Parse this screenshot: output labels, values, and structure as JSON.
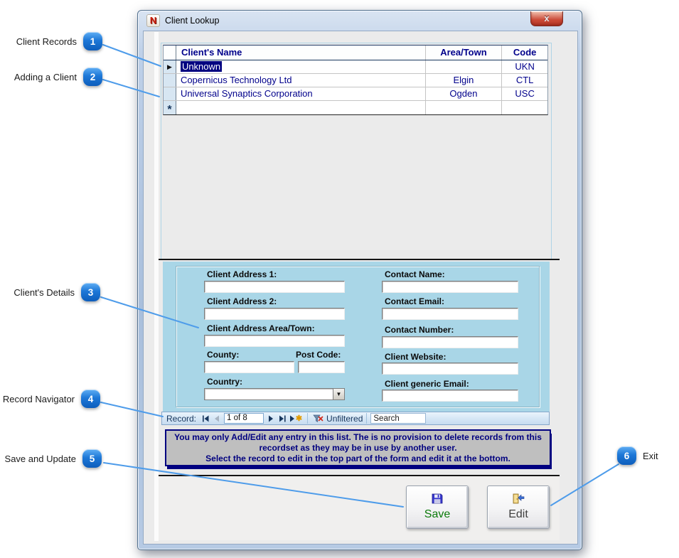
{
  "window": {
    "title": "Client Lookup",
    "close_glyph": "x"
  },
  "glyphs": {
    "app_icon_letter": "N",
    "dropdown": "▼"
  },
  "callouts": [
    {
      "number": "1",
      "label": "Client Records"
    },
    {
      "number": "2",
      "label": "Adding a Client"
    },
    {
      "number": "3",
      "label": "Client's Details"
    },
    {
      "number": "4",
      "label": "Record Navigator"
    },
    {
      "number": "5",
      "label": "Save and Update"
    },
    {
      "number": "6",
      "label": "Exit"
    }
  ],
  "grid": {
    "headers": {
      "name": "Client's Name",
      "area": "Area/Town",
      "code": "Code"
    },
    "rows": [
      {
        "name": "Unknown",
        "area": "",
        "code": "UKN"
      },
      {
        "name": "Copernicus Technology Ltd",
        "area": "Elgin",
        "code": "CTL"
      },
      {
        "name": "Universal Synaptics Corporation",
        "area": "Ogden",
        "code": "USC"
      }
    ],
    "current_row_glyph": "▶",
    "new_row_glyph": "*"
  },
  "details": {
    "left": [
      {
        "label": "Client Address 1:"
      },
      {
        "label": "Client Address 2:"
      },
      {
        "label": "Client Address Area/Town:"
      },
      {
        "label": "County:"
      },
      {
        "label": "Post Code:"
      },
      {
        "label": "Country:"
      }
    ],
    "right": [
      {
        "label": "Contact Name:"
      },
      {
        "label": "Contact Email:"
      },
      {
        "label": "Contact Number:"
      },
      {
        "label": "Client Website:"
      },
      {
        "label": "Client generic Email:"
      }
    ]
  },
  "navigator": {
    "record_label": "Record:",
    "position": "1 of 8",
    "filter_label": "Unfiltered",
    "search_value": "Search"
  },
  "notice": {
    "line1": "You may only Add/Edit any entry in this list.  The is no provision to delete records from this",
    "line2": "recordset as they may be in use by another user.",
    "line3": "Select the record to edit in the top part of the form and edit it at the bottom."
  },
  "buttons": {
    "save": "Save",
    "edit": "Edit"
  },
  "colors": {
    "accent": "#1E78D7",
    "details_bg": "#A9D6E7",
    "navy": "#000080",
    "save_green": "#0B7A0B",
    "note_bg": "#BFBFBF"
  }
}
